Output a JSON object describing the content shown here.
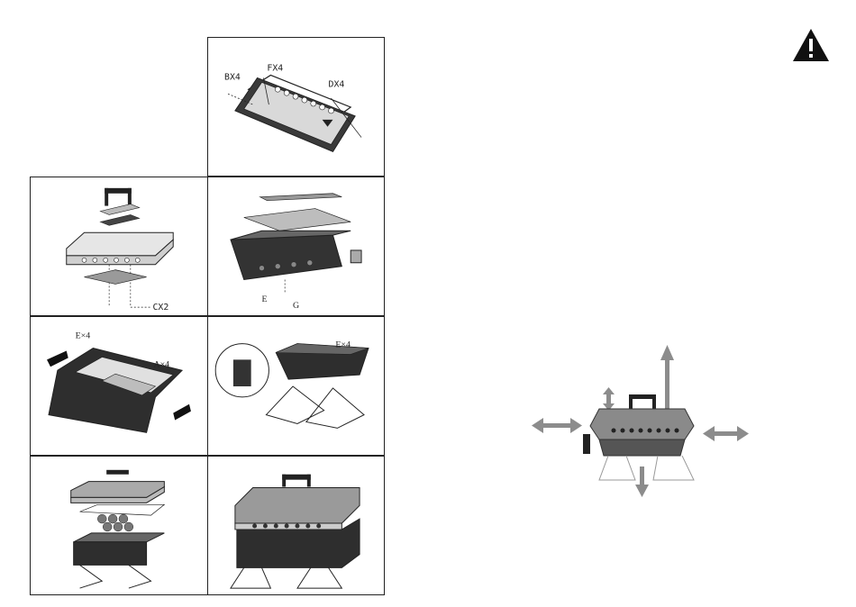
{
  "steps": [
    {
      "labels": [
        "BX4",
        "FX4",
        "DX4"
      ]
    },
    {
      "labels": [
        "CX2"
      ]
    },
    {
      "labels": [
        "E",
        "G"
      ]
    },
    {
      "labels": [
        "E×4",
        "A×4"
      ]
    },
    {
      "labels": [
        "E×4"
      ]
    },
    {
      "labels": []
    },
    {
      "labels": []
    }
  ],
  "icons": {
    "warning": "warning-triangle-icon",
    "arrows": "direction-arrow-icon"
  },
  "colors": {
    "line": "#222222",
    "grill_body": "#555555",
    "lid": "#8a8a8a",
    "arrow": "#8c8c8c"
  }
}
